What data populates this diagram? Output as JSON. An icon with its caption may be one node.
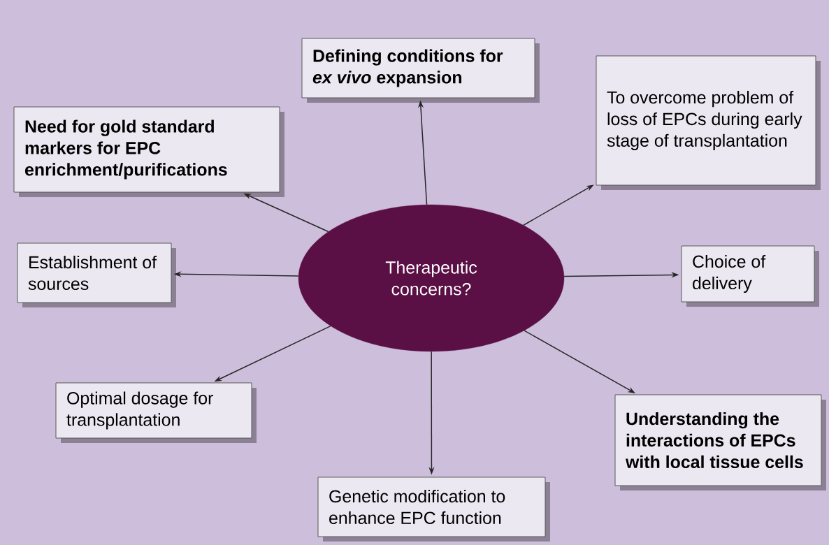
{
  "diagram": {
    "nodes": [
      {
        "text": [
          "Therapeutic concerns?"
        ]
      },
      {
        "text": [
          "Defining conditions for *ex vivo* expansion"
        ]
      },
      {
        "text": [
          "Need for gold standard markers for EPC enrichment/purifications"
        ]
      },
      {
        "text": [
          "To overcome problem of loss of EPCs during early stage of transplantation"
        ]
      },
      {
        "text": [
          "Establishment of sources"
        ]
      },
      {
        "text": [
          "Choice of delivery"
        ]
      },
      {
        "text": [
          "Optimal dosage for transplantation"
        ]
      },
      {
        "text": [
          "Understanding the interactions of EPCs with local tissue cells"
        ]
      },
      {
        "text": [
          "Genetic modification to enhance EPC function"
        ]
      }
    ],
    "edges": [
      {
        "from": 0,
        "to": 1,
        "arrow": "to"
      },
      {
        "from": 0,
        "to": 2,
        "arrow": "to"
      },
      {
        "from": 0,
        "to": 3,
        "arrow": "to"
      },
      {
        "from": 0,
        "to": 4,
        "arrow": "to"
      },
      {
        "from": 0,
        "to": 5,
        "arrow": "to"
      },
      {
        "from": 0,
        "to": 6,
        "arrow": "to"
      },
      {
        "from": 0,
        "to": 7,
        "arrow": "to"
      },
      {
        "from": 0,
        "to": 8,
        "arrow": "to"
      }
    ]
  }
}
